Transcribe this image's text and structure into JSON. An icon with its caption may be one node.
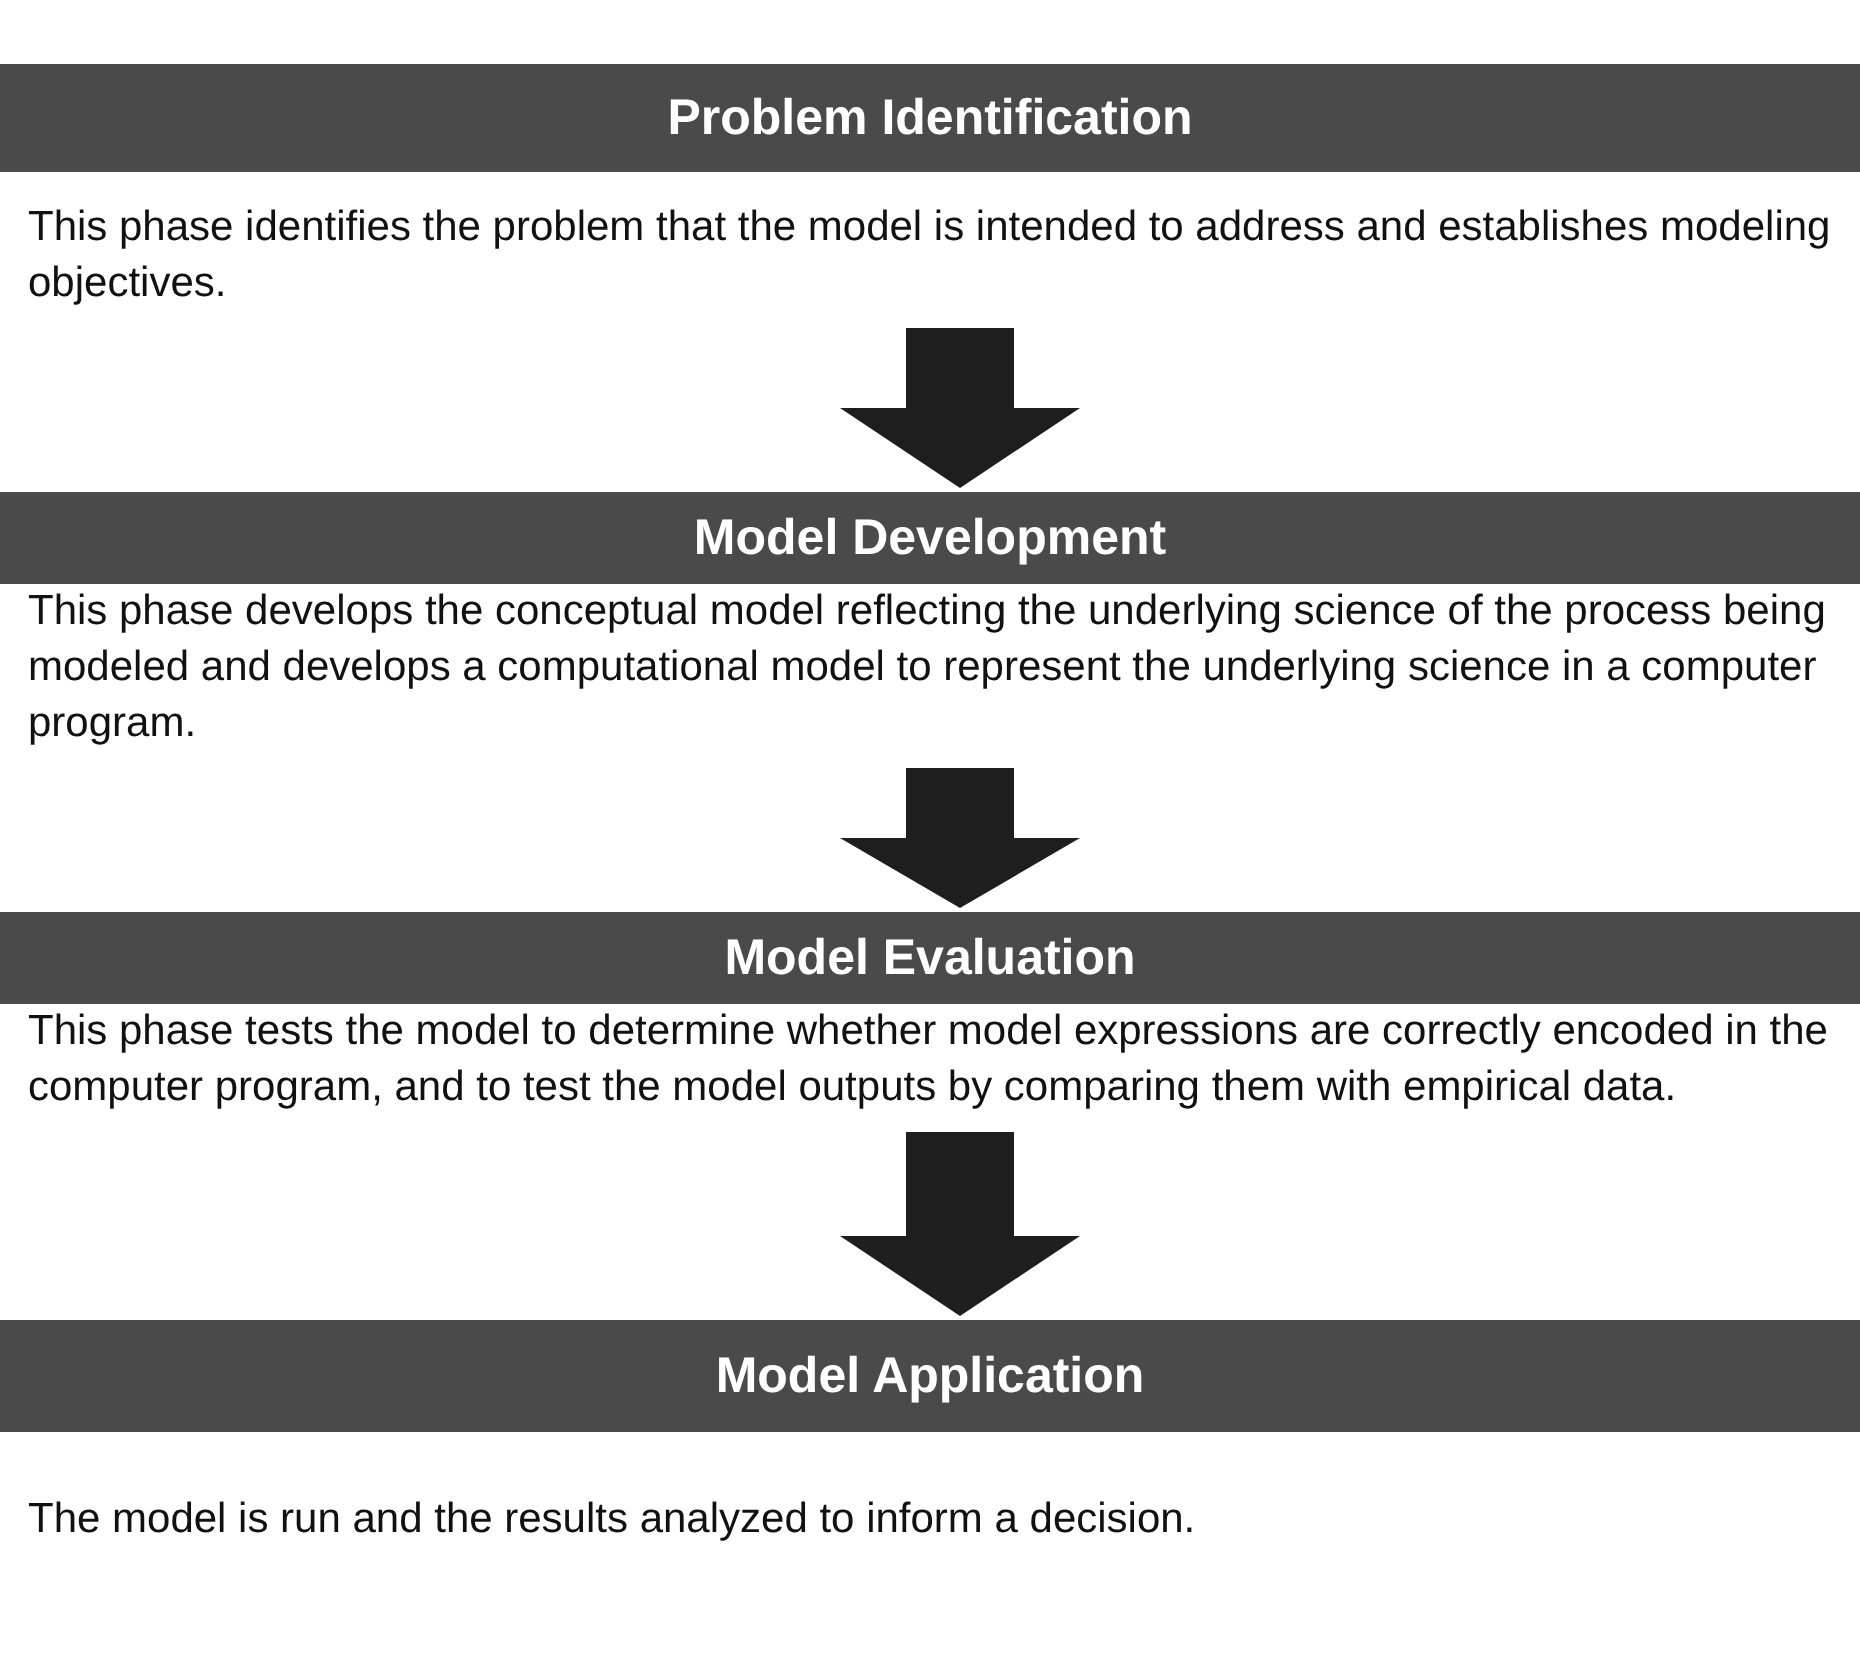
{
  "diagram": {
    "nodes": [
      {
        "text": [
          "Problem Identification",
          "This phase identifies the problem that the model is intended to address and establishes modeling objectives."
        ]
      },
      {
        "text": [
          "Model Development",
          "This phase develops the conceptual model reflecting the underlying science of the process being modeled and develops a computational model to represent the underlying science in a computer program."
        ]
      },
      {
        "text": [
          "Model Evaluation",
          "This phase tests the model to determine whether model expressions are correctly encoded in the computer program, and to test the model outputs by comparing them with empirical data."
        ]
      },
      {
        "text": [
          "Model Application",
          "The model is run and the results analyzed to inform a decision."
        ]
      }
    ],
    "edges": [
      {
        "from": 0,
        "to": 1,
        "arrow": "to"
      },
      {
        "from": 1,
        "to": 2,
        "arrow": "to"
      },
      {
        "from": 2,
        "to": 3,
        "arrow": "to"
      }
    ]
  }
}
